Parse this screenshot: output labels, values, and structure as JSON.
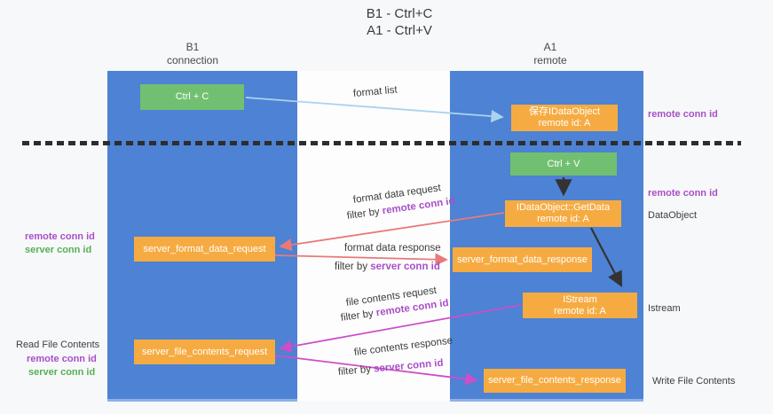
{
  "title": {
    "line1": "B1 - Ctrl+C",
    "line2": "A1 - Ctrl+V"
  },
  "lanes": {
    "left": {
      "title": "B1",
      "subtitle": "connection"
    },
    "right": {
      "title": "A1",
      "subtitle": "remote"
    }
  },
  "nodes": {
    "ctrl_c": "Ctrl + C",
    "save_idataobject": {
      "line1": "保存IDataObject",
      "line2": "remote id: A"
    },
    "ctrl_v": "Ctrl + V",
    "getdata": {
      "line1": "IDataObject::GetData",
      "line2": "remote id: A"
    },
    "server_format_data_request": "server_format_data_request",
    "server_format_data_response": "server_format_data_response",
    "istream": {
      "line1": "IStream",
      "line2": "remote id: A"
    },
    "server_file_contents_request": "server_file_contents_request",
    "server_file_contents_response": "server_file_contents_response"
  },
  "annotations": {
    "format_list": "format list",
    "format_request": {
      "line": "format data request",
      "filter_prefix": "filter by ",
      "filter_key": "remote conn id"
    },
    "format_response": {
      "line": "format data response",
      "filter_prefix": "filter by ",
      "filter_key": "server conn id"
    },
    "file_request": {
      "line": "file contents request",
      "filter_prefix": "filter by ",
      "filter_key": "remote conn id"
    },
    "file_response": {
      "line": "file contents response",
      "filter_prefix": "filter by ",
      "filter_key": "server conn id"
    }
  },
  "side_labels": {
    "right_top_remote": "remote conn id",
    "right_mid_remote": "remote conn id",
    "dataobject": "DataObject",
    "istream": "Istream",
    "write_file_contents": "Write File Contents",
    "left_format_remote": "remote conn id",
    "left_format_server": "server conn id",
    "read_file_contents": "Read File Contents",
    "left_file_remote": "remote conn id",
    "left_file_server": "server conn id"
  },
  "colors": {
    "lane_blue": "#4d82d4",
    "node_orange": "#f6ab42",
    "node_green": "#71c071",
    "accent_purple": "#a84fc8",
    "accent_green": "#55b055",
    "arrow_red": "#e87a7a",
    "arrow_magenta": "#cb4fc8",
    "arrow_blue": "#a9d3ee",
    "arrow_black": "#333333"
  }
}
